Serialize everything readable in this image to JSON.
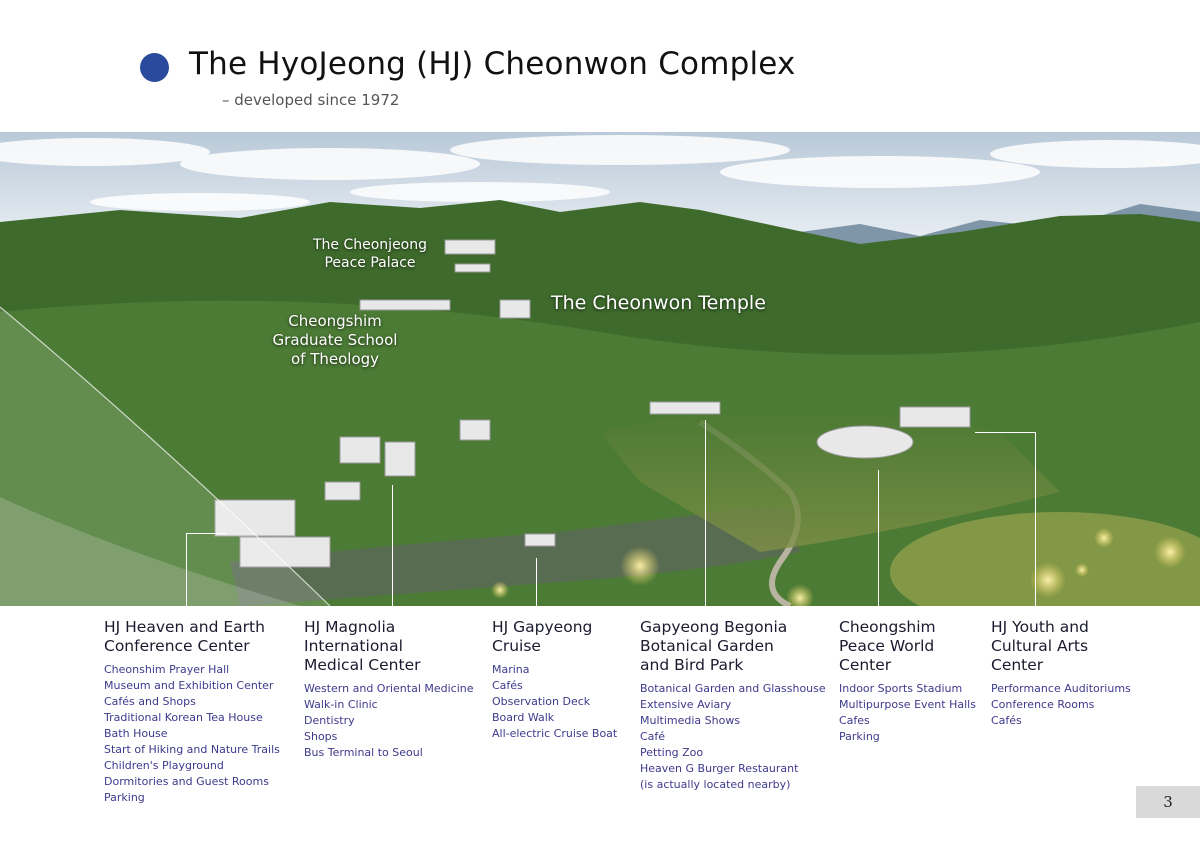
{
  "header": {
    "title": "The HyoJeong (HJ) Cheonwon Complex",
    "subtitle": "– developed since 1972",
    "accent_color": "#2a4a9e"
  },
  "photo_labels": {
    "palace": "The Cheonjeong Peace Palace",
    "school": "Cheongshim Graduate School of Theology",
    "temple": "The Cheonwon Temple"
  },
  "sections": [
    {
      "title": "HJ Heaven and Earth Conference Center",
      "items": [
        "Cheonshim Prayer Hall",
        "Museum and Exhibition Center",
        "Cafés and Shops",
        "Traditional Korean Tea House",
        "Bath House",
        "Start of Hiking and Nature Trails",
        "Children's Playground",
        "Dormitories and Guest Rooms",
        "Parking"
      ]
    },
    {
      "title": "HJ Magnolia International Medical Center",
      "items": [
        "Western and Oriental Medicine",
        "Walk-in Clinic",
        "Dentistry",
        "Shops",
        "Bus Terminal to Seoul"
      ]
    },
    {
      "title": "HJ Gapyeong Cruise",
      "items": [
        "Marina",
        "Cafés",
        "Observation Deck",
        "Board Walk",
        "All-electric Cruise Boat"
      ]
    },
    {
      "title": "Gapyeong Begonia Botanical Garden and Bird Park",
      "items": [
        "Botanical Garden and Glasshouse",
        "Extensive Aviary",
        "Multimedia Shows",
        "Café",
        "Petting Zoo",
        "Heaven G Burger Restaurant",
        "(is actually located nearby)"
      ]
    },
    {
      "title": "Cheongshim Peace World Center",
      "items": [
        "Indoor Sports Stadium",
        "Multipurpose Event Halls",
        "Cafes",
        "Parking"
      ]
    },
    {
      "title": "HJ Youth and Cultural Arts Center",
      "items": [
        "Performance Auditoriums",
        "Conference Rooms",
        "Cafés"
      ]
    }
  ],
  "page_number": "3"
}
